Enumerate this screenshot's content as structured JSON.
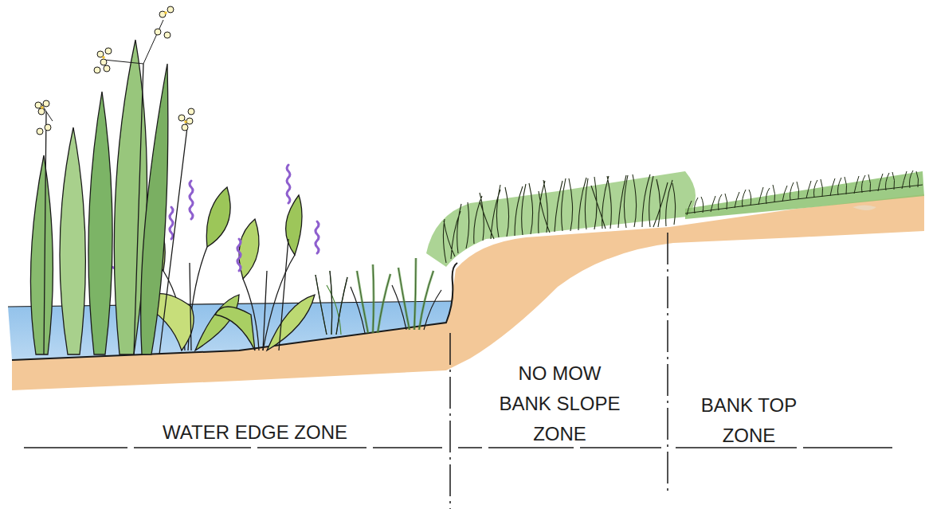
{
  "diagram": {
    "labels": [
      "WATER EDGE ZONE",
      "NO MOW BANK SLOPE ZONE",
      "BANK TOP ZONE"
    ]
  }
}
